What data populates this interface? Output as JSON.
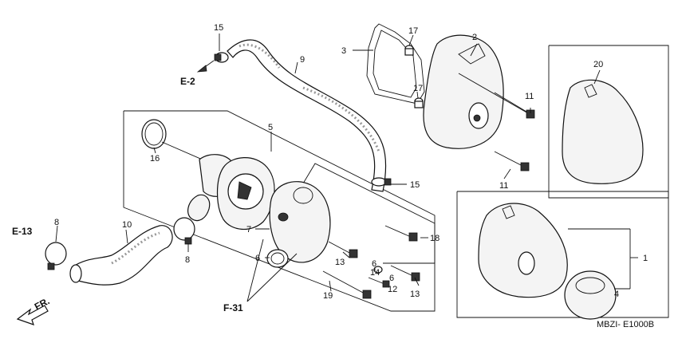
{
  "diagram": {
    "code": "MBZI- E1000B",
    "refs": {
      "e2": "E-2",
      "e13": "E-13",
      "f31": "F-31",
      "fr": "FR."
    },
    "callouts": {
      "p1": "1",
      "p2": "2",
      "p3": "3",
      "p4": "4",
      "p5": "5",
      "p6a": "6",
      "p6b": "6",
      "p6c": "6",
      "p7": "7",
      "p8a": "8",
      "p8b": "8",
      "p9": "9",
      "p10": "10",
      "p11a": "11",
      "p11b": "11",
      "p12": "12",
      "p13a": "13",
      "p13b": "13",
      "p14": "14",
      "p15a": "15",
      "p15b": "15",
      "p16": "16",
      "p17a": "17",
      "p17b": "17",
      "p18": "18",
      "p19": "19",
      "p20": "20"
    }
  }
}
